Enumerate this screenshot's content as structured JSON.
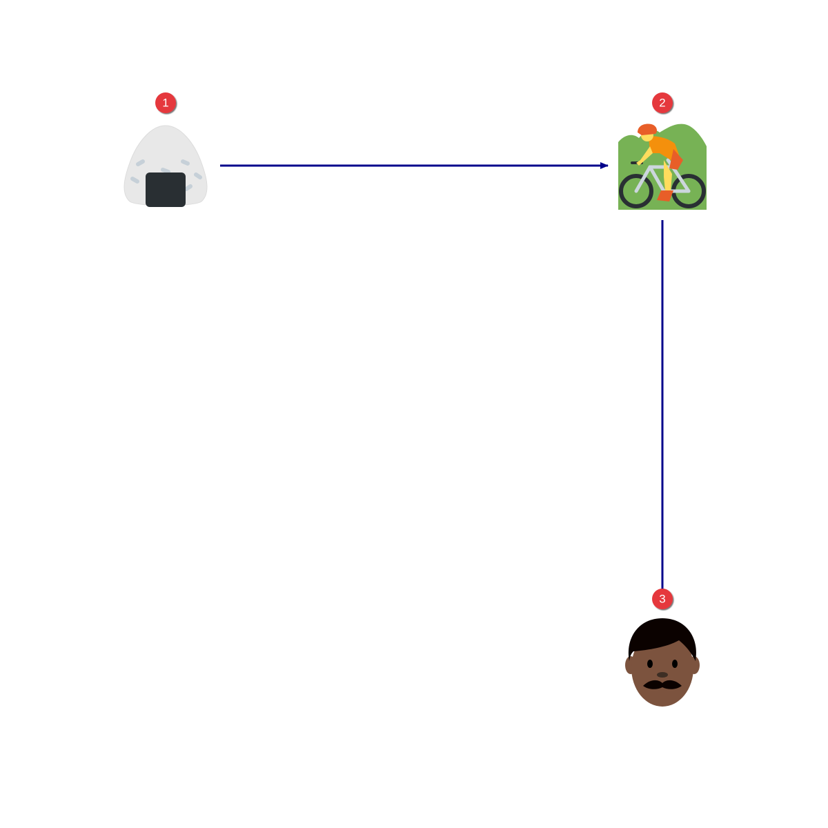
{
  "diagram": {
    "nodes": [
      {
        "id": "node-1",
        "step": "1",
        "icon": "rice-ball-icon"
      },
      {
        "id": "node-2",
        "step": "2",
        "icon": "mountain-bicyclist-icon"
      },
      {
        "id": "node-3",
        "step": "3",
        "icon": "man-dark-skin-tone-icon"
      }
    ],
    "edges": [
      {
        "from": "node-1",
        "to": "node-2",
        "directed": true
      },
      {
        "from": "node-2",
        "to": "node-3",
        "directed": false
      }
    ],
    "colors": {
      "edge": "#00008b",
      "badge": "#e5373d",
      "badge_text": "#ffffff",
      "background": "#ffffff"
    }
  }
}
